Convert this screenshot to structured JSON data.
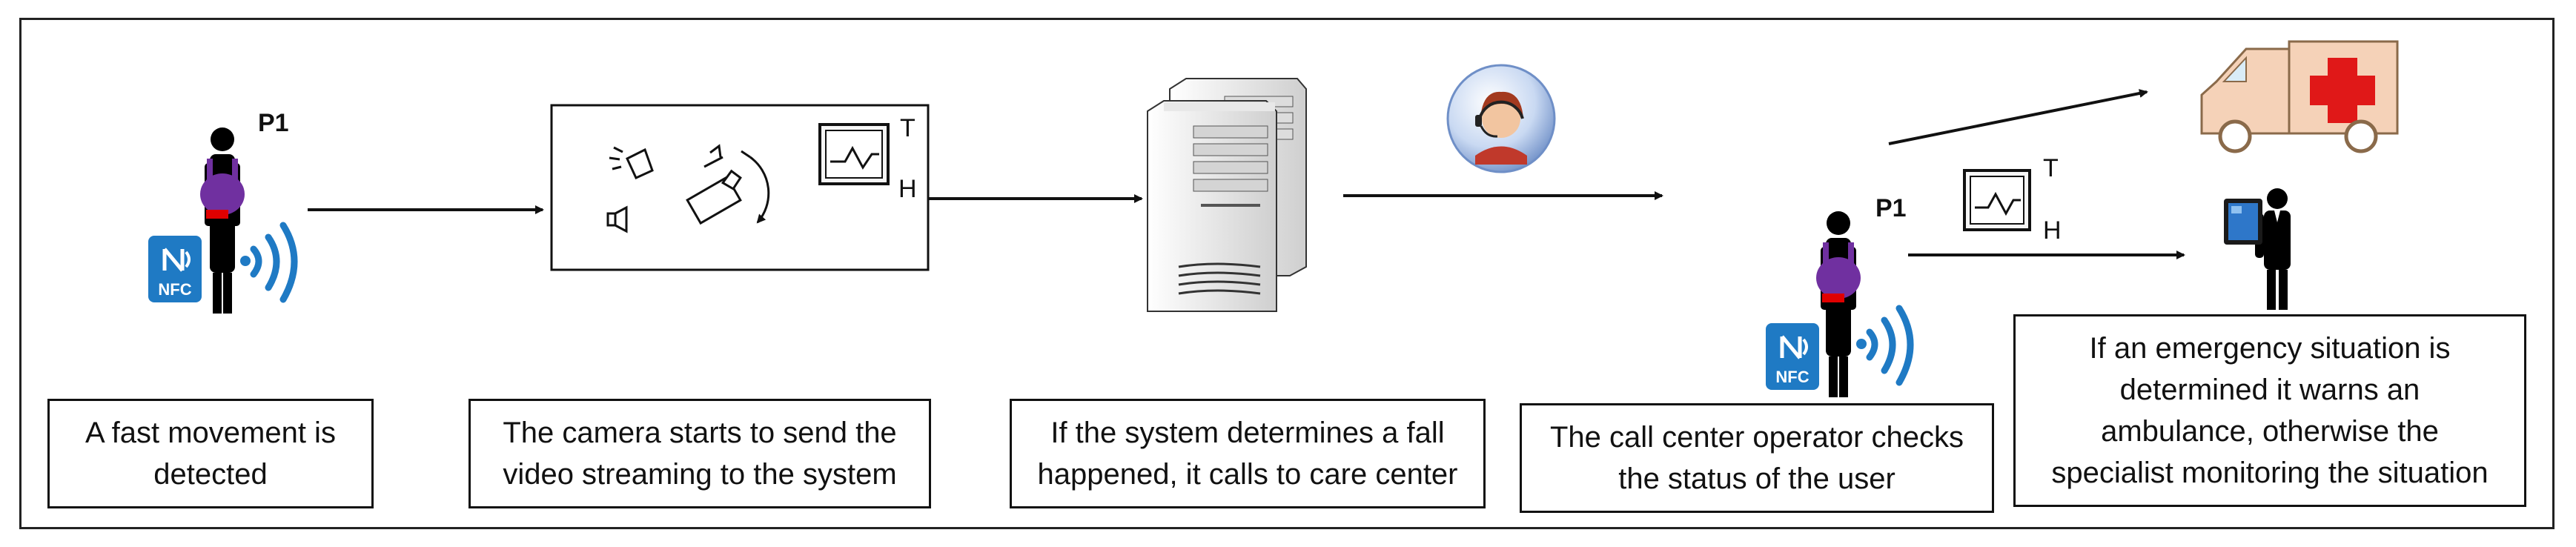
{
  "person_label_1": "P1",
  "person_label_2": "P1",
  "nfc_text_1": "NFC",
  "nfc_text_2": "NFC",
  "camera_panel": {
    "t_label": "T",
    "h_label": "H"
  },
  "specialist_panel": {
    "t_label": "T",
    "h_label": "H"
  },
  "captions": [
    "A fast movement is\ndetected",
    "The camera starts to send the\nvideo streaming to the system",
    "If the system determines a fall\nhappened, it calls to care center",
    "The call center operator checks\nthe status of the user",
    "If an emergency situation is\ndetermined it warns an\nambulance, otherwise the\nspecialist monitoring the situation"
  ]
}
